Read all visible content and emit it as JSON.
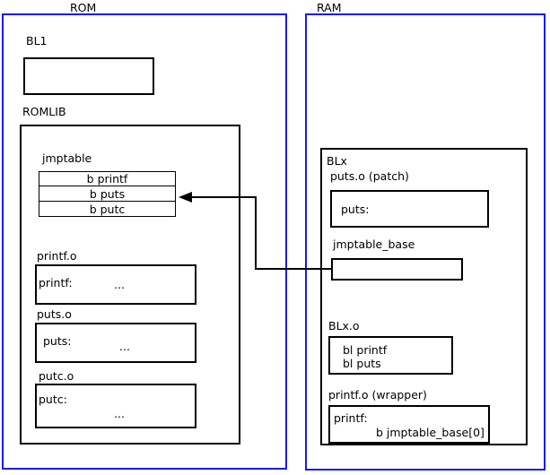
{
  "diagram": {
    "title": "ROMLIB jump table patching diagram",
    "accent_color": "#1a1aee",
    "line_color": "#000000"
  },
  "rom": {
    "title": "ROM",
    "bl1": {
      "label": "BL1",
      "body": ""
    },
    "romlib": {
      "label": "ROMLIB",
      "jmptable": {
        "label": "jmptable",
        "entries": [
          "b printf",
          "b puts",
          "b putc"
        ]
      },
      "objects": [
        {
          "label": "printf.o",
          "symbol": "printf:",
          "body": "..."
        },
        {
          "label": "puts.o",
          "symbol": "puts:",
          "body": "..."
        },
        {
          "label": "putc.o",
          "symbol": "putc:",
          "body": "..."
        }
      ]
    }
  },
  "ram": {
    "title": "RAM",
    "blx": {
      "label": "BLx",
      "sections": [
        {
          "label": "puts.o (patch)",
          "symbol": "puts:",
          "body": ""
        },
        {
          "label": "jmptable_base",
          "symbol": "",
          "body": ""
        },
        {
          "label": "BLx.o",
          "symbol": "bl printf",
          "body": "bl puts"
        },
        {
          "label": "printf.o (wrapper)",
          "symbol": "printf:",
          "body": "b jmptable_base[0]"
        }
      ]
    }
  },
  "connection": {
    "from": "jmptable_base",
    "to": "b puts",
    "style": "arrow"
  }
}
